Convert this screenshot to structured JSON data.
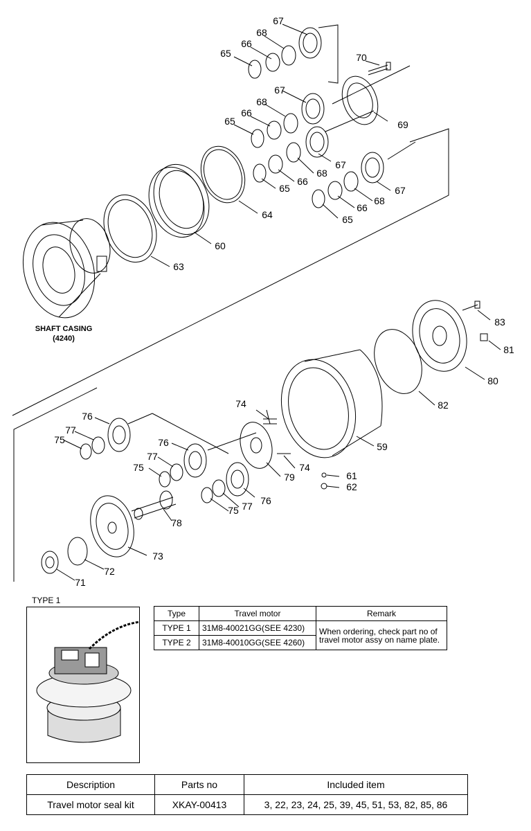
{
  "diagram": {
    "shaft_casing_label": "SHAFT CASING",
    "shaft_casing_ref": "(4240)",
    "callouts": [
      "67",
      "68",
      "66",
      "65",
      "70",
      "67",
      "68",
      "66",
      "65",
      "69",
      "67",
      "68",
      "66",
      "65",
      "67",
      "68",
      "66",
      "65",
      "64",
      "60",
      "63",
      "83",
      "81",
      "80",
      "82",
      "74",
      "76",
      "77",
      "75",
      "76",
      "77",
      "75",
      "59",
      "74",
      "79",
      "61",
      "62",
      "76",
      "77",
      "75",
      "78",
      "73",
      "72",
      "71"
    ]
  },
  "type_section": {
    "label": "TYPE 1",
    "headers": [
      "Type",
      "Travel motor",
      "Remark"
    ],
    "rows": [
      {
        "type": "TYPE 1",
        "motor": "31M8-40021GG(SEE 4230)"
      },
      {
        "type": "TYPE 2",
        "motor": "31M8-40010GG(SEE 4260)"
      }
    ],
    "remark": "When ordering, check part no of travel motor assy on name plate."
  },
  "kit_table": {
    "headers": [
      "Description",
      "Parts no",
      "Included item"
    ],
    "row": {
      "description": "Travel motor seal kit",
      "parts_no": "XKAY-00413",
      "included": "3, 22, 23, 24, 25, 39, 45, 51, 53, 82, 85, 86"
    }
  }
}
